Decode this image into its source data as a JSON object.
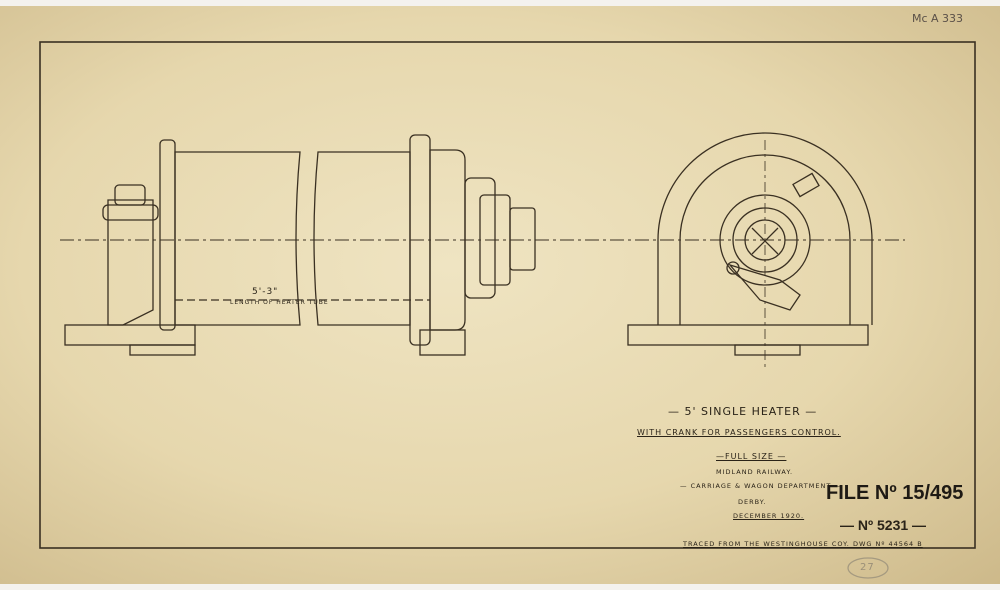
{
  "archive_ref": "Mc A 333",
  "dimension": {
    "value": "5'-3\"",
    "label": "Length of Heater Tube"
  },
  "title_block": {
    "title": "— 5' Single Heater —",
    "subtitle": "With Crank for Passengers Control.",
    "scale": "—Full Size —",
    "company": "Midland Railway.",
    "department": "— Carriage & Wagon Department —",
    "location": "Derby.",
    "date": "December 1920."
  },
  "file_number": "FILE Nº 15/495",
  "drawing_number": "— Nº 5231 —",
  "traced_note": "Traced from the Westinghouse Coy. Dwg Nº 44564 B",
  "sheet_mark": "27",
  "colors": {
    "ink": "#2a2318",
    "paper": "#e8dcb3"
  }
}
